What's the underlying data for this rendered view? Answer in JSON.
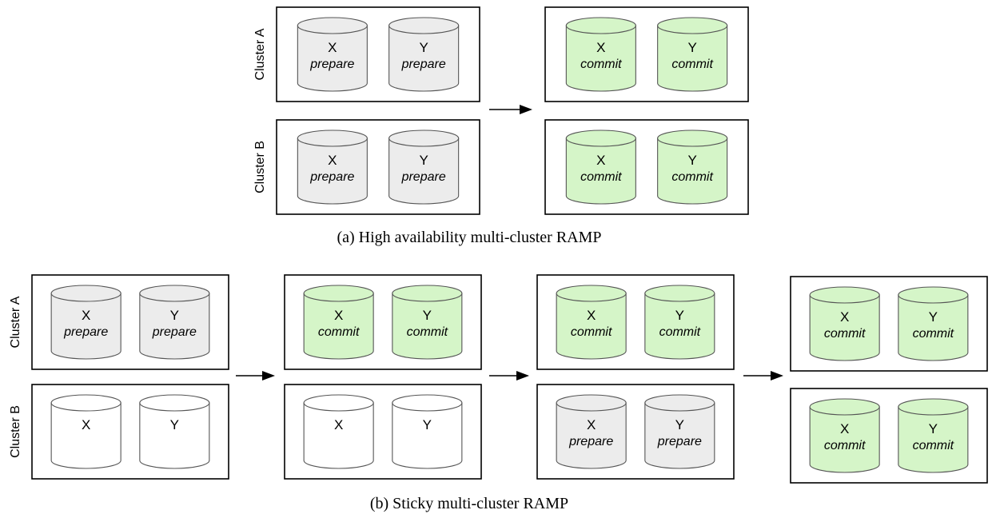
{
  "colors": {
    "prepare_fill": "#ececec",
    "commit_fill": "#d5f5c8",
    "empty_fill": "#ffffff"
  },
  "panel_a": {
    "caption": "(a) High availability multi-cluster RAMP",
    "cluster_labels": [
      "Cluster A",
      "Cluster B"
    ],
    "stages": [
      {
        "clusters": [
          {
            "items": [
              {
                "name": "X",
                "state": "prepare"
              },
              {
                "name": "Y",
                "state": "prepare"
              }
            ]
          },
          {
            "items": [
              {
                "name": "X",
                "state": "prepare"
              },
              {
                "name": "Y",
                "state": "prepare"
              }
            ]
          }
        ]
      },
      {
        "clusters": [
          {
            "items": [
              {
                "name": "X",
                "state": "commit"
              },
              {
                "name": "Y",
                "state": "commit"
              }
            ]
          },
          {
            "items": [
              {
                "name": "X",
                "state": "commit"
              },
              {
                "name": "Y",
                "state": "commit"
              }
            ]
          }
        ]
      }
    ]
  },
  "panel_b": {
    "caption": "(b) Sticky multi-cluster RAMP",
    "cluster_labels": [
      "Cluster A",
      "Cluster B"
    ],
    "stages": [
      {
        "clusters": [
          {
            "items": [
              {
                "name": "X",
                "state": "prepare"
              },
              {
                "name": "Y",
                "state": "prepare"
              }
            ]
          },
          {
            "items": [
              {
                "name": "X",
                "state": ""
              },
              {
                "name": "Y",
                "state": ""
              }
            ]
          }
        ]
      },
      {
        "clusters": [
          {
            "items": [
              {
                "name": "X",
                "state": "commit"
              },
              {
                "name": "Y",
                "state": "commit"
              }
            ]
          },
          {
            "items": [
              {
                "name": "X",
                "state": ""
              },
              {
                "name": "Y",
                "state": ""
              }
            ]
          }
        ]
      },
      {
        "clusters": [
          {
            "items": [
              {
                "name": "X",
                "state": "commit"
              },
              {
                "name": "Y",
                "state": "commit"
              }
            ]
          },
          {
            "items": [
              {
                "name": "X",
                "state": "prepare"
              },
              {
                "name": "Y",
                "state": "prepare"
              }
            ]
          }
        ]
      },
      {
        "clusters": [
          {
            "items": [
              {
                "name": "X",
                "state": "commit"
              },
              {
                "name": "Y",
                "state": "commit"
              }
            ]
          },
          {
            "items": [
              {
                "name": "X",
                "state": "commit"
              },
              {
                "name": "Y",
                "state": "commit"
              }
            ]
          }
        ]
      }
    ]
  }
}
